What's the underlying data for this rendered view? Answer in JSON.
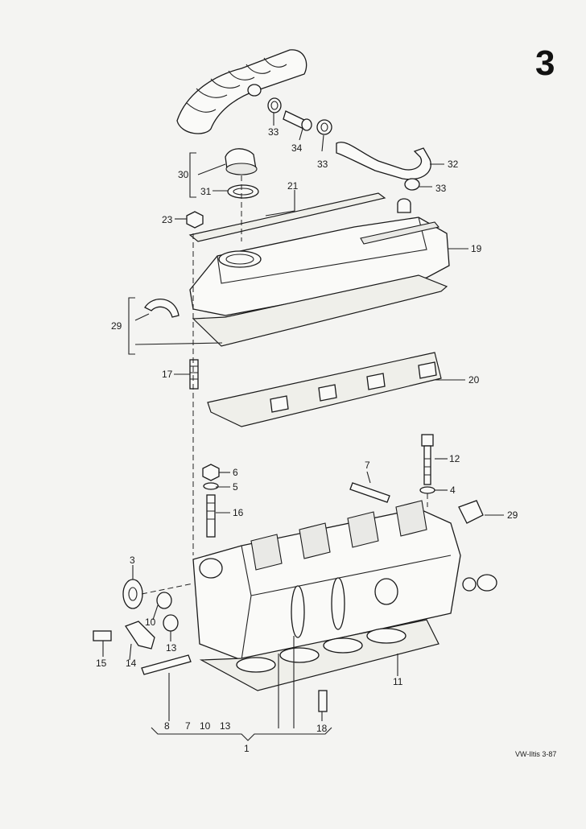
{
  "page_number": "3",
  "footer_code": "VW-Iltis 3-87",
  "callouts": {
    "c1": "1",
    "c3": "3",
    "c4": "4",
    "c5": "5",
    "c6": "6",
    "c7": "7",
    "c7b": "7",
    "c8": "8",
    "c10": "10",
    "c10b": "10",
    "c11": "11",
    "c12": "12",
    "c13": "13",
    "c13b": "13",
    "c14": "14",
    "c15": "15",
    "c16": "16",
    "c17": "17",
    "c18": "18",
    "c19": "19",
    "c20": "20",
    "c21": "21",
    "c23": "23",
    "c29": "29",
    "c29b": "29",
    "c30": "30",
    "c31": "31",
    "c32": "32",
    "c33": "33",
    "c33b": "33",
    "c33c": "33",
    "c34": "34"
  }
}
